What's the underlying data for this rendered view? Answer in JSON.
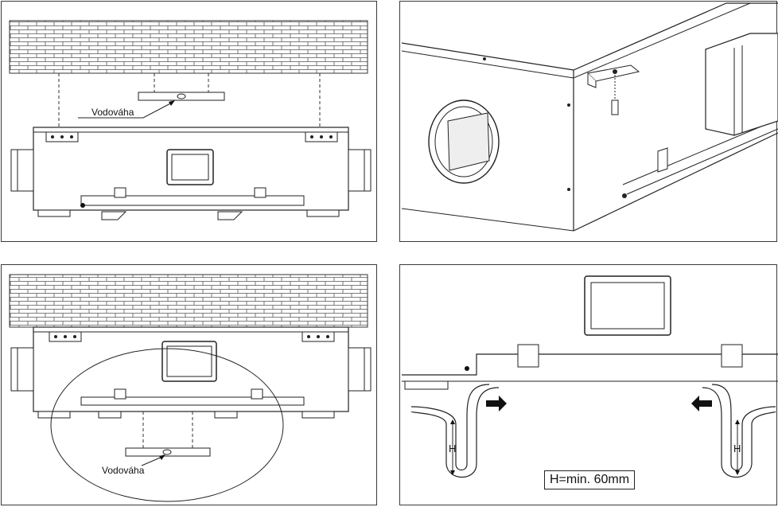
{
  "panels": {
    "top_left": {
      "label": "Vodováha"
    },
    "top_right": {},
    "bottom_left": {
      "label": "Vodováha"
    },
    "bottom_right": {
      "height_label": "H",
      "note": "H=min. 60mm"
    }
  },
  "colors": {
    "line": "#1e1e1e",
    "brick": "#555555",
    "fill": "#ffffff",
    "arrow": "#111111"
  }
}
